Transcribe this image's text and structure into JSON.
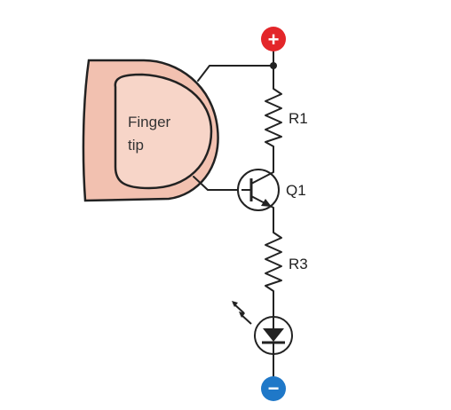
{
  "labels": {
    "finger_line1": "Finger",
    "finger_line2": "tip",
    "r1": "R1",
    "q1": "Q1",
    "r3": "R3"
  },
  "terminals": {
    "positive": "+",
    "negative": "−"
  },
  "colors": {
    "positive": "#e3262a",
    "negative": "#1f78c8",
    "finger_fill": "#f2c1b0",
    "finger_inner": "#f7d5c8",
    "finger_stroke": "#222222",
    "wire": "#222222"
  }
}
